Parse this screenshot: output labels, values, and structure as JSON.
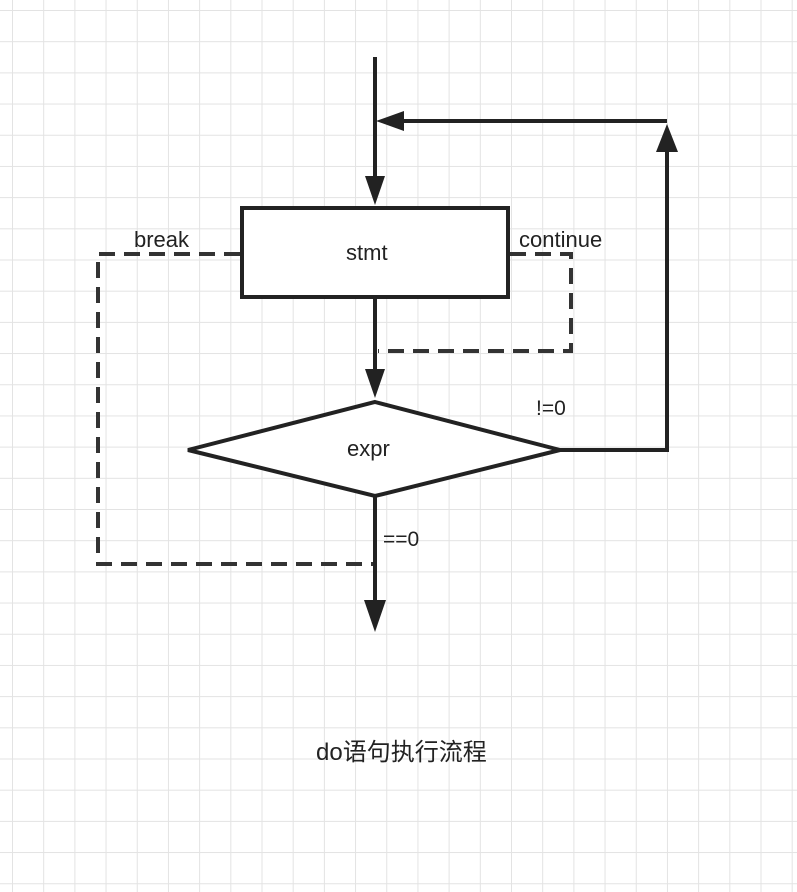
{
  "diagram": {
    "nodes": {
      "stmt": "stmt",
      "expr": "expr"
    },
    "edge_labels": {
      "break": "break",
      "continue": "continue",
      "not_zero": "!=0",
      "equals_zero": "==0"
    },
    "caption": "do语句执行流程",
    "colors": {
      "stroke": "#222222",
      "grid": "#e3e3e3",
      "background": "#ffffff"
    }
  }
}
